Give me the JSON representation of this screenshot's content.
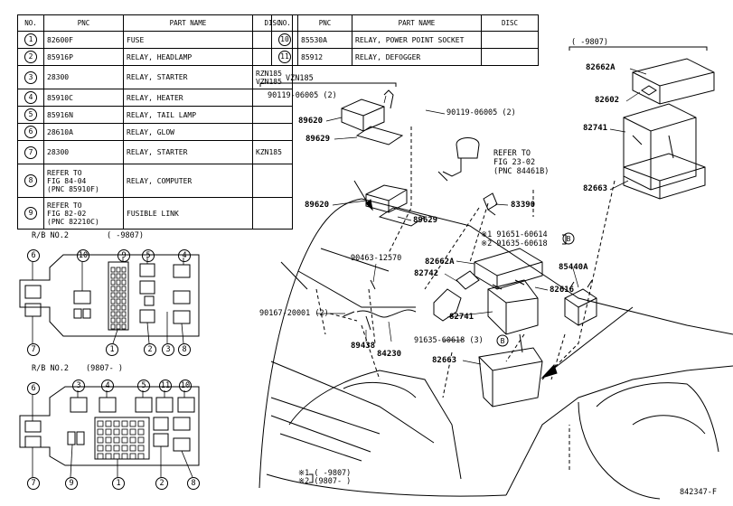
{
  "table_left": {
    "headers": [
      "NO.",
      "PNC",
      "PART NAME",
      "DISC"
    ],
    "rows": [
      {
        "no": "1",
        "pnc": "82600F",
        "name": "FUSE",
        "disc": ""
      },
      {
        "no": "2",
        "pnc": "85916P",
        "name": "RELAY, HEADLAMP",
        "disc": ""
      },
      {
        "no": "3",
        "pnc": "28300",
        "name": "RELAY, STARTER",
        "disc": "RZN185\nVZN185"
      },
      {
        "no": "4",
        "pnc": "85910C",
        "name": "RELAY, HEATER",
        "disc": ""
      },
      {
        "no": "5",
        "pnc": "85916N",
        "name": "RELAY, TAIL LAMP",
        "disc": ""
      },
      {
        "no": "6",
        "pnc": "28610A",
        "name": "RELAY, GLOW",
        "disc": ""
      },
      {
        "no": "7",
        "pnc": "28300",
        "name": "RELAY, STARTER",
        "disc": "KZN185"
      },
      {
        "no": "8",
        "pnc": "REFER TO\nFIG 84-04\n(PNC 85910F)",
        "name": "RELAY, COMPUTER",
        "disc": ""
      },
      {
        "no": "9",
        "pnc": "REFER TO\nFIG 82-02\n(PNC 82210C)",
        "name": "FUSIBLE LINK",
        "disc": ""
      }
    ]
  },
  "table_right": {
    "headers": [
      "NO.",
      "PNC",
      "PART NAME",
      "DISC"
    ],
    "rows": [
      {
        "no": "10",
        "pnc": "85530A",
        "name": "RELAY, POWER POINT SOCKET",
        "disc": ""
      },
      {
        "no": "11",
        "pnc": "85912",
        "name": "RELAY, DEFOGGER",
        "disc": ""
      }
    ]
  },
  "rb1": {
    "title": "R/B NO.2",
    "period": "(    -9807)",
    "callouts": [
      "6",
      "7",
      "10",
      "9",
      "5",
      "4",
      "1",
      "2",
      "3",
      "8"
    ]
  },
  "rb2": {
    "title": "R/B NO.2",
    "period": "(9807-    )",
    "callouts": [
      "6",
      "7",
      "3",
      "4",
      "5",
      "11",
      "10",
      "9",
      "1",
      "2",
      "8"
    ]
  },
  "labels": {
    "vzn185": "VZN185",
    "period_top": "(    -9807)",
    "p82662a_1": "82662A",
    "p82602": "82602",
    "p82741_1": "82741",
    "p82663_1": "82663",
    "p9011906005_a": "90119-06005 (2)",
    "p9011906005_b": "90119-06005 (2)",
    "p89620_a": "89620",
    "p89629_a": "89629",
    "p89620_b": "89620",
    "p89629_b": "89629",
    "refer_fig": "REFER TO\nFIG 23-02\n(PNC 84461B)",
    "p83390": "83390",
    "ref_star1": "※1  91651-60614",
    "ref_star2": "※2  91635-60618",
    "callout_b": "B",
    "p9046312570": "90463-12570",
    "p82662a_2": "82662A",
    "p82742": "82742",
    "p82616": "82616",
    "p85440a": "85440A",
    "p9016720001": "90167-20001 (2)",
    "p82741_2": "82741",
    "p89438": "89438",
    "p84230": "84230",
    "p9163560618": "91635-60618 (3)",
    "p82663_2": "82663",
    "legend_1": "※1  (      -9807)",
    "legend_2": "※2  (9807-      )",
    "fig_code": "842347-F"
  }
}
